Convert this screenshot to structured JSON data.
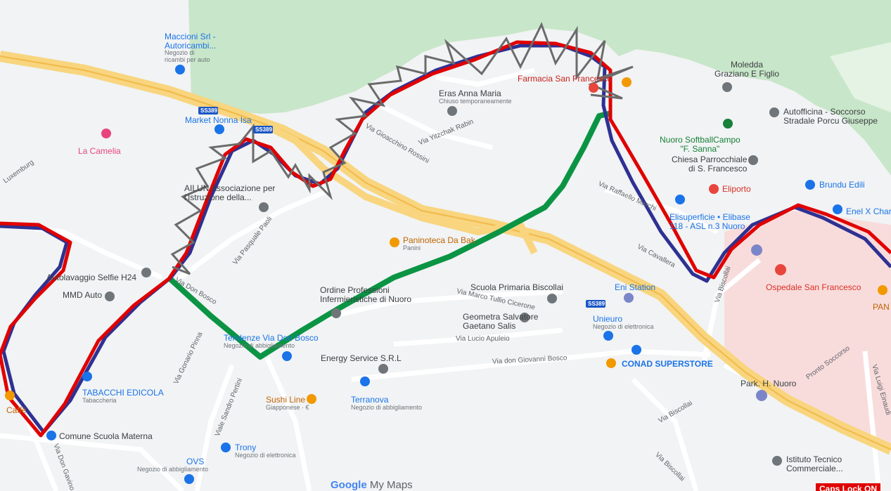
{
  "map": {
    "brand_logo": "Google",
    "brand_suffix": "My Maps",
    "caps_lock": "Caps Lock ON",
    "colors": {
      "route_red": "#e00000",
      "route_blue": "#2e3192",
      "route_green": "#0b9444",
      "zigzag_gray": "#6b6b6b",
      "park": "#c8e6c9",
      "highway": "#f8d57e",
      "hospital_area": "#f8dcdc"
    },
    "routes": [
      {
        "name": "red",
        "color": "#e00000"
      },
      {
        "name": "blue",
        "color": "#2e3192"
      },
      {
        "name": "green",
        "color": "#0b9444"
      },
      {
        "name": "gray-zigzag",
        "color": "#6b6b6b"
      }
    ],
    "highway_shields": [
      "SS389",
      "SS389",
      "SS389"
    ],
    "places": {
      "maccioni": {
        "name": "Maccioni Srl -",
        "name2": "Autoricambi...",
        "sub1": "Negozio di",
        "sub2": "ricambi per auto"
      },
      "market": {
        "name": "Market Nonna Isa"
      },
      "camelia": {
        "name": "La Camelia"
      },
      "ailun": {
        "name": "AILUN Associazione per",
        "name2": "l'Istruzione della..."
      },
      "autolavaggio": {
        "name": "Autolavaggio Selfie H24"
      },
      "mmd": {
        "name": "MMD Auto"
      },
      "tabacchi": {
        "name": "TABACCHI EDICOLA",
        "sub": "Tabaccheria"
      },
      "caffe": {
        "name": "Caffè"
      },
      "comune": {
        "name": "Comune Scuola Materna"
      },
      "ovs": {
        "name": "OVS",
        "sub": "Negozio di abbigliamento"
      },
      "trony": {
        "name": "Trony",
        "sub": "Negozio di elettronica"
      },
      "sushi": {
        "name": "Sushi Line",
        "sub": "Giapponese · €"
      },
      "terranova": {
        "name": "Terranova",
        "sub": "Negozio di abbigliamento"
      },
      "energy": {
        "name": "Energy Service S.R.L"
      },
      "tendenze": {
        "name": "Tendenze Via Don Bosco",
        "sub": "Negozio di abbigliamento"
      },
      "ordine": {
        "name": "Ordine Professioni",
        "name2": "Infermieristiche di Nuoro"
      },
      "paninoteca": {
        "name": "Paninoteca Da Bak",
        "sub": "Panini"
      },
      "scuola": {
        "name": "Scuola Primaria Biscollai"
      },
      "geometra": {
        "name": "Geometra Salvatore",
        "name2": "Gaetano Salis"
      },
      "eras": {
        "name": "Eras Anna Maria",
        "sub": "Chiuso temporaneamente"
      },
      "farmacia": {
        "name": "Farmacia San Francesco"
      },
      "moledda": {
        "name": "Moledda",
        "name2": "Graziano E Figlio"
      },
      "autofficina": {
        "name": "Autofficina - Soccorso",
        "name2": "Stradale Porcu Giuseppe"
      },
      "softball": {
        "name": "Nuoro SoftballCampo",
        "name2": "\"F. Sanna\""
      },
      "chiesa": {
        "name": "Chiesa Parrocchiale",
        "name2": "di S. Francesco"
      },
      "brundu": {
        "name": "Brundu Edili"
      },
      "eliporto": {
        "name": "Eliporto"
      },
      "enel": {
        "name": "Enel X Charg"
      },
      "elisuperficie": {
        "name": "Elisuperficie • Elibase",
        "name2": "118 - ASL n.3 Nuoro"
      },
      "ospedale": {
        "name": "Ospedale San Francesco"
      },
      "pan": {
        "name": "PAN"
      },
      "eni": {
        "name": "Eni Station"
      },
      "unieuro": {
        "name": "Unieuro",
        "sub": "Negozio di elettronica"
      },
      "conad": {
        "name": "CONAD SUPERSTORE"
      },
      "park": {
        "name": "Park. H. Nuoro"
      },
      "istituto": {
        "name": "Istituto Tecnico",
        "name2": "Commerciale..."
      }
    },
    "streets": {
      "luxemburg": "Luxemburg",
      "pasquale": "Via Pasquale Paoli",
      "gioacchino": "Via Gioacchino Rossini",
      "yitzchak": "Via Yitzchak Rabin",
      "raffaello": "Via Raffaello Marchi",
      "cavallera": "Via Cavallera",
      "marco": "Via Marco Tullio Cicerone",
      "lucio": "Via Lucio Apuleio",
      "giovanni": "Via don Giovanni Bosco",
      "gonario": "Via Gonario Pinna",
      "sandro": "Viale Sandro Pertini",
      "biscollai1": "Via Biscollai",
      "biscollai2": "Via Biscollai",
      "biscollai3": "Via Biscollai",
      "pronto": "Pronto Soccorso",
      "luigi": "Via Luigi Einaudi",
      "dongavino": "Via Don Gavino",
      "donbosco": "Via Don Bosco"
    }
  }
}
